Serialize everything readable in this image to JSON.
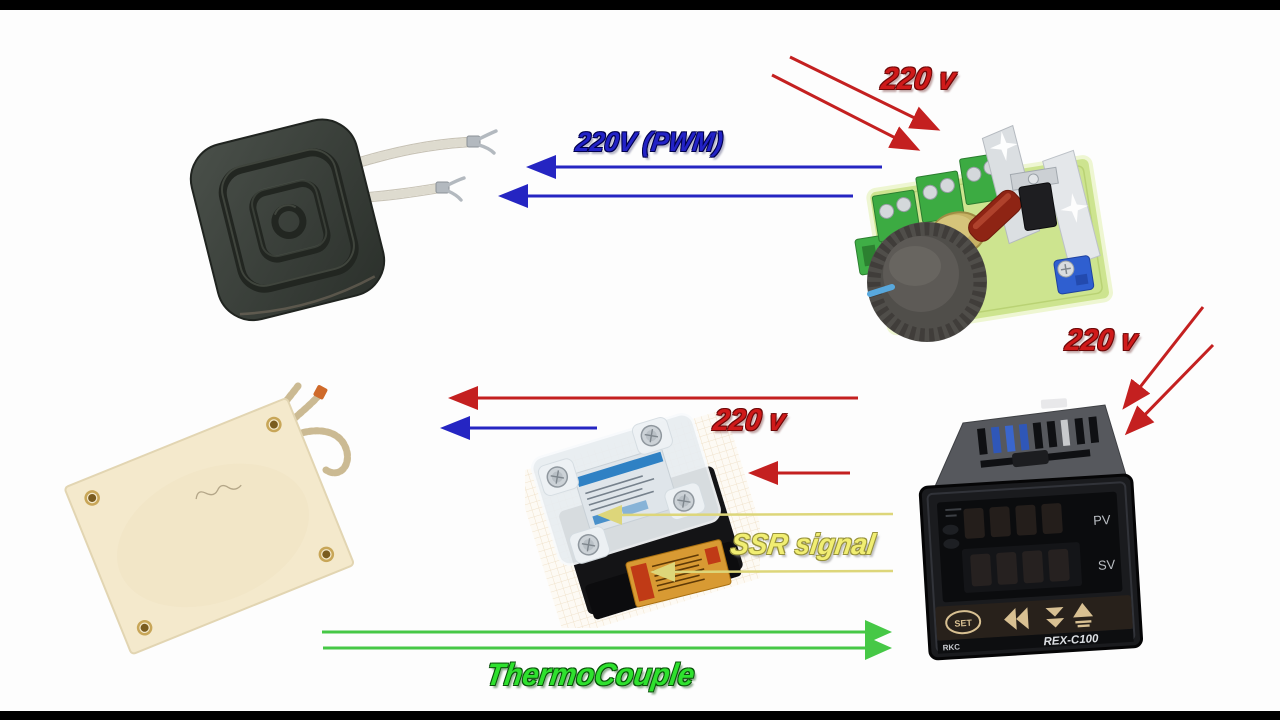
{
  "letterbox_color": "#000000",
  "background": "#fdfdfd",
  "labels": {
    "mains_top": "220 v",
    "pwm_out": "220V (PWM)",
    "mains_right": "220 v",
    "mains_mid": "220 v",
    "ssr_signal": "SSR signal",
    "thermocouple": "ThermoCouple"
  },
  "colors": {
    "mains": "#c42020",
    "pwm": "#2525c2",
    "ssr_signal": "#ddd67a",
    "thermocouple": "#46c846"
  },
  "controller": {
    "pv": "PV",
    "sv": "SV",
    "set": "SET",
    "brand": "RKC",
    "model": "REX-C100"
  },
  "connections": [
    {
      "label": "220 v",
      "from": "mains",
      "to": "voltage-regulator"
    },
    {
      "label": "220V (PWM)",
      "from": "voltage-regulator",
      "to": "ceramic-heater"
    },
    {
      "label": "220 v",
      "from": "mains",
      "to": "temperature-controller"
    },
    {
      "label": "220 v",
      "from": "mains",
      "to": "solid-state-relay"
    },
    {
      "label": "SSR signal",
      "from": "temperature-controller",
      "to": "solid-state-relay"
    },
    {
      "label": "ThermoCouple",
      "from": "heater-plate",
      "to": "temperature-controller"
    }
  ]
}
